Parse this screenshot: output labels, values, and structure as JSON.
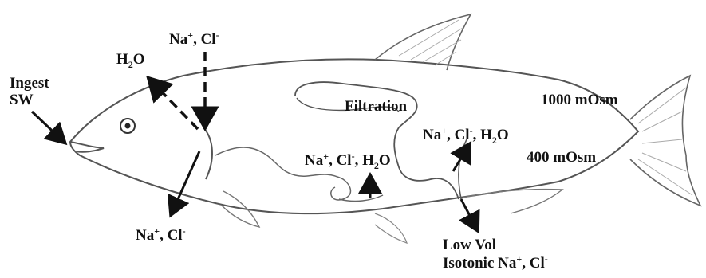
{
  "labels": {
    "ingest_line1": "Ingest",
    "ingest_line2": "SW",
    "water": "H",
    "water_sub": "2",
    "water_o": "O",
    "ion_top_na": "Na",
    "ion_plus": "+",
    "ion_cl": ", Cl",
    "ion_minus": "-",
    "ion_gill_na": "Na",
    "ion_gill_cl": ", Cl",
    "gut_ions_na": "Na",
    "gut_ions_cl": ", Cl",
    "gut_ions_h2o_h": ", H",
    "gut_ions_h2o_sub": "2",
    "gut_ions_h2o_o": "O",
    "filtration": "Filtration",
    "kidney_ions_na": "Na",
    "kidney_ions_cl": ", Cl",
    "kidney_ions_h": ", H",
    "kidney_ions_sub": "2",
    "kidney_ions_o": "O",
    "osm_sea": "1000 mOsm",
    "osm_fish": "400 mOsm",
    "urine_line1": "Low Vol",
    "urine_line2_text": "Isotonic Na",
    "urine_line2_cl": ", Cl"
  },
  "colors": {
    "ink": "#111111",
    "outline": "#555555",
    "background": "#ffffff"
  }
}
